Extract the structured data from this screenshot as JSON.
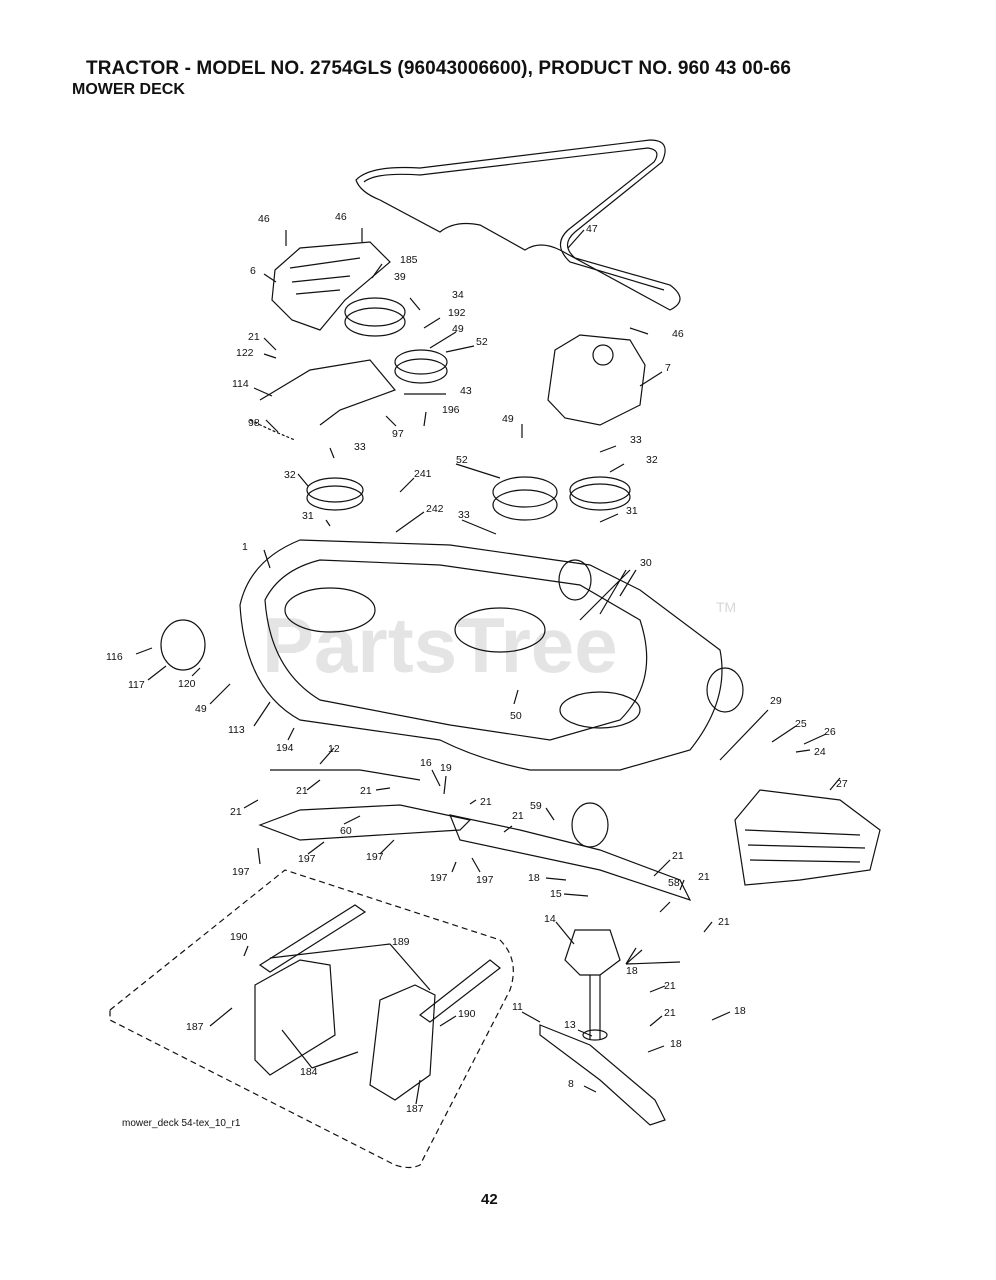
{
  "header": {
    "title": "TRACTOR - MODEL NO. 2754GLS (96043006600), PRODUCT NO. 960 43 00-66",
    "subtitle": "MOWER DECK"
  },
  "watermark": {
    "text": "PartsTree",
    "mark": "TM"
  },
  "drawing_ref": "mower_deck 54-tex_10_r1",
  "page_number": "42",
  "callouts": [
    "46",
    "46",
    "47",
    "185",
    "6",
    "39",
    "34",
    "192",
    "49",
    "52",
    "46",
    "7",
    "21",
    "122",
    "114",
    "43",
    "98",
    "196",
    "97",
    "33",
    "49",
    "33",
    "32",
    "52",
    "32",
    "241",
    "31",
    "242",
    "33",
    "31",
    "1",
    "30",
    "116",
    "117",
    "120",
    "49",
    "113",
    "194",
    "50",
    "29",
    "25",
    "26",
    "24",
    "27",
    "12",
    "16",
    "19",
    "21",
    "21",
    "21",
    "21",
    "59",
    "60",
    "21",
    "197",
    "197",
    "197",
    "197",
    "197",
    "18",
    "15",
    "21",
    "58",
    "21",
    "14",
    "18",
    "21",
    "21",
    "190",
    "189",
    "11",
    "13",
    "21",
    "18",
    "187",
    "190",
    "184",
    "18",
    "187",
    "8"
  ]
}
